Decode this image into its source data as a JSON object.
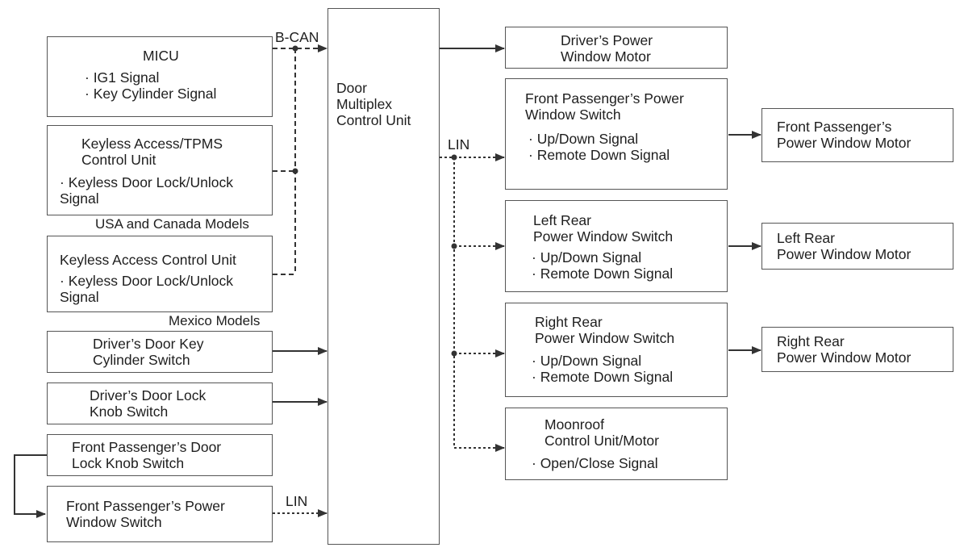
{
  "signals": {
    "bcan": "B-CAN",
    "lin_right": "LIN",
    "lin_bottom": "LIN"
  },
  "notes": {
    "usa_canada": "USA and Canada Models",
    "mexico": "Mexico Models"
  },
  "inputs": {
    "micu": {
      "title": "MICU",
      "items": [
        "· IG1 Signal",
        "· Key Cylinder Signal"
      ]
    },
    "keyless_tpms": {
      "title": [
        "Keyless Access/TPMS",
        "Control Unit"
      ],
      "items": [
        "· Keyless Door Lock/Unlock",
        "Signal"
      ]
    },
    "keyless": {
      "title": "Keyless Access Control Unit",
      "items": [
        "· Keyless Door Lock/Unlock",
        "Signal"
      ]
    },
    "key_cyl": {
      "lines": [
        "Driver’s Door Key",
        "Cylinder Switch"
      ]
    },
    "lock_knob": {
      "lines": [
        "Driver’s Door Lock",
        "Knob Switch"
      ]
    },
    "fp_lock_knob": {
      "lines": [
        "Front Passenger’s Door",
        "Lock Knob Switch"
      ]
    },
    "fp_pw_switch": {
      "lines": [
        "Front Passenger’s Power",
        "Window Switch"
      ]
    }
  },
  "control_unit": {
    "lines": [
      "Door",
      "Multiplex",
      "Control Unit"
    ]
  },
  "outputs": {
    "driver_motor": {
      "lines": [
        "Driver’s Power",
        "Window Motor"
      ]
    },
    "fp_switch": {
      "title": [
        "Front Passenger’s Power",
        "Window Switch"
      ],
      "items": [
        "· Up/Down Signal",
        "· Remote Down Signal"
      ]
    },
    "lr_switch": {
      "title": [
        "Left Rear",
        "Power Window Switch"
      ],
      "items": [
        "· Up/Down Signal",
        "· Remote Down Signal"
      ]
    },
    "rr_switch": {
      "title": [
        "Right Rear",
        "Power Window Switch"
      ],
      "items": [
        "· Up/Down Signal",
        "· Remote Down Signal"
      ]
    },
    "moonroof": {
      "title": [
        "Moonroof",
        "Control Unit/Motor"
      ],
      "items": [
        "· Open/Close Signal"
      ]
    },
    "fp_motor": {
      "lines": [
        "Front Passenger’s",
        "Power Window Motor"
      ]
    },
    "lr_motor": {
      "lines": [
        "Left Rear",
        "Power Window Motor"
      ]
    },
    "rr_motor": {
      "lines": [
        "Right Rear",
        "Power Window Motor"
      ]
    }
  }
}
